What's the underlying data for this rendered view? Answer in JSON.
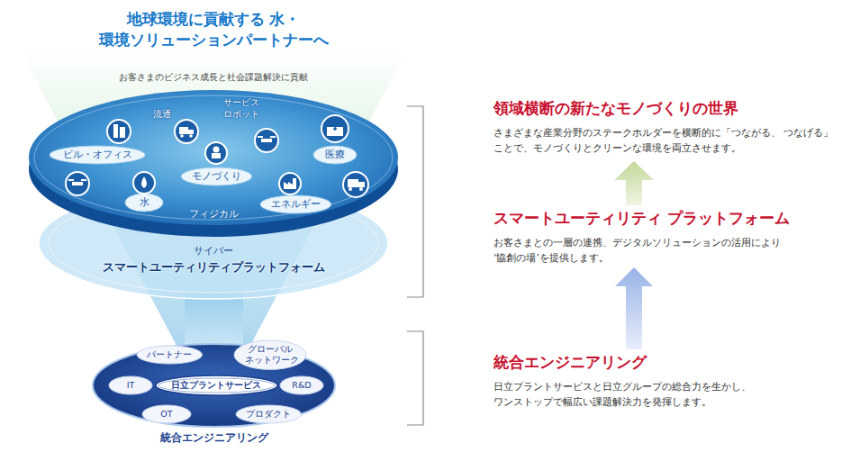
{
  "diagram": {
    "title": "地球環境に貢献する 水・環境ソリューションパートナーへ",
    "nodes": [
      {
        "text": [
          "フィジカル"
        ]
      },
      {
        "text": [
          "ビル・オフィス"
        ],
        "in": 0
      },
      {
        "text": [
          "医療"
        ],
        "in": 0
      },
      {
        "text": [
          "モノづくり"
        ],
        "in": 0
      },
      {
        "text": [
          "水"
        ],
        "in": 0
      },
      {
        "text": [
          "エネルギー"
        ],
        "in": 0
      },
      {
        "text": [
          "サイバー",
          "スマートユーティリティプラットフォーム"
        ]
      },
      {
        "text": [
          "統合エンジニアリング"
        ]
      },
      {
        "text": [
          "パートナー"
        ],
        "in": 7
      },
      {
        "text": [
          "グローバル ネットワーク"
        ],
        "in": 7
      },
      {
        "text": [
          "IT"
        ],
        "in": 7
      },
      {
        "text": [
          "日立プラントサービス"
        ],
        "in": 7
      },
      {
        "text": [
          "R&D"
        ],
        "in": 7
      },
      {
        "text": [
          "OT"
        ],
        "in": 7
      },
      {
        "text": [
          "プロダクト"
        ],
        "in": 7
      }
    ],
    "labels": [
      "お客さまのビジネス成長と社会課題解決に貢献",
      "流通",
      "サービス ロボット",
      "領域横断の新たなモノづくりの世界",
      "さまざまな産業分野のステークホルダーを横断的に「つながる、 つなげる」ことで、モノづくりとクリーンな環境を両立させます。",
      "スマートユーティリティ プラットフォーム",
      "お客さまとの一層の連携、デジタルソリューションの活用により ‘協創の場’を提供します。",
      "統合エンジニアリング",
      "日立プラントサービスと日立グループの総合力を生かし、 ワンストップで幅広い課題解決力を発揮します。"
    ]
  }
}
